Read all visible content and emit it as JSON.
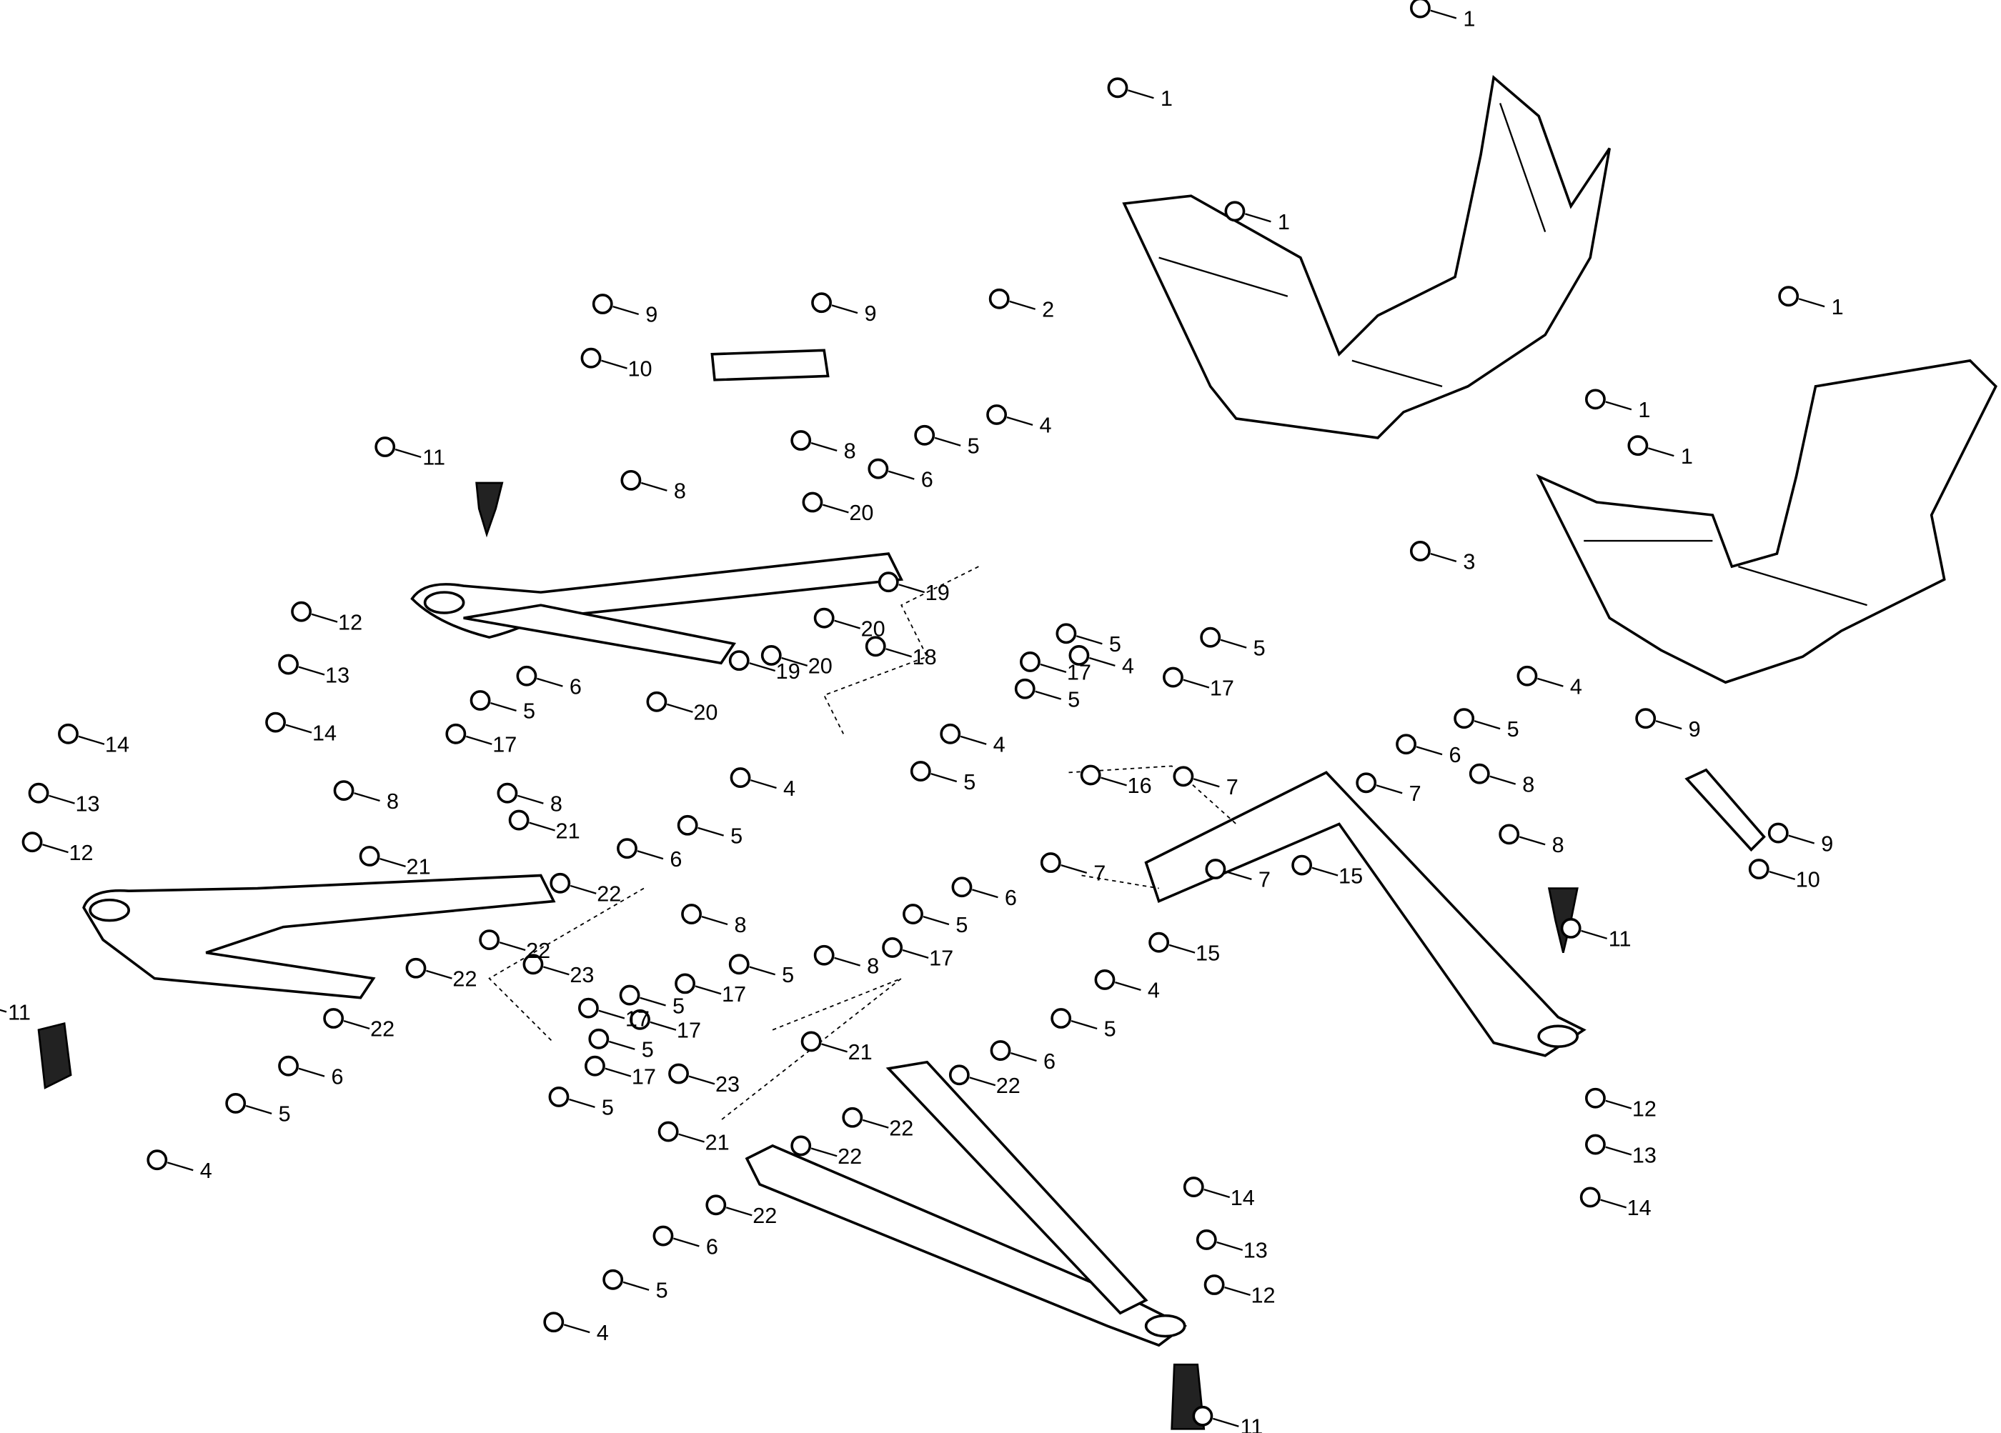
{
  "diagram": {
    "type": "exploded-parts-diagram",
    "callouts": [
      "1",
      "1",
      "1",
      "1",
      "1",
      "1",
      "2",
      "3",
      "4",
      "4",
      "4",
      "4",
      "4",
      "4",
      "4",
      "4",
      "5",
      "5",
      "5",
      "5",
      "5",
      "5",
      "5",
      "5",
      "5",
      "5",
      "5",
      "5",
      "5",
      "5",
      "5",
      "5",
      "6",
      "6",
      "6",
      "6",
      "6",
      "6",
      "6",
      "6",
      "7",
      "7",
      "7",
      "7",
      "8",
      "8",
      "8",
      "8",
      "8",
      "8",
      "8",
      "8",
      "9",
      "9",
      "9",
      "9",
      "10",
      "10",
      "11",
      "11",
      "11",
      "11",
      "12",
      "12",
      "12",
      "12",
      "13",
      "13",
      "13",
      "13",
      "14",
      "14",
      "14",
      "14",
      "15",
      "15",
      "16",
      "17",
      "17",
      "17",
      "17",
      "17",
      "17",
      "17",
      "17",
      "18",
      "19",
      "19",
      "20",
      "20",
      "20",
      "20",
      "21",
      "21",
      "21",
      "21",
      "22",
      "22",
      "22",
      "22",
      "22",
      "22",
      "22",
      "22",
      "23",
      "23"
    ]
  }
}
